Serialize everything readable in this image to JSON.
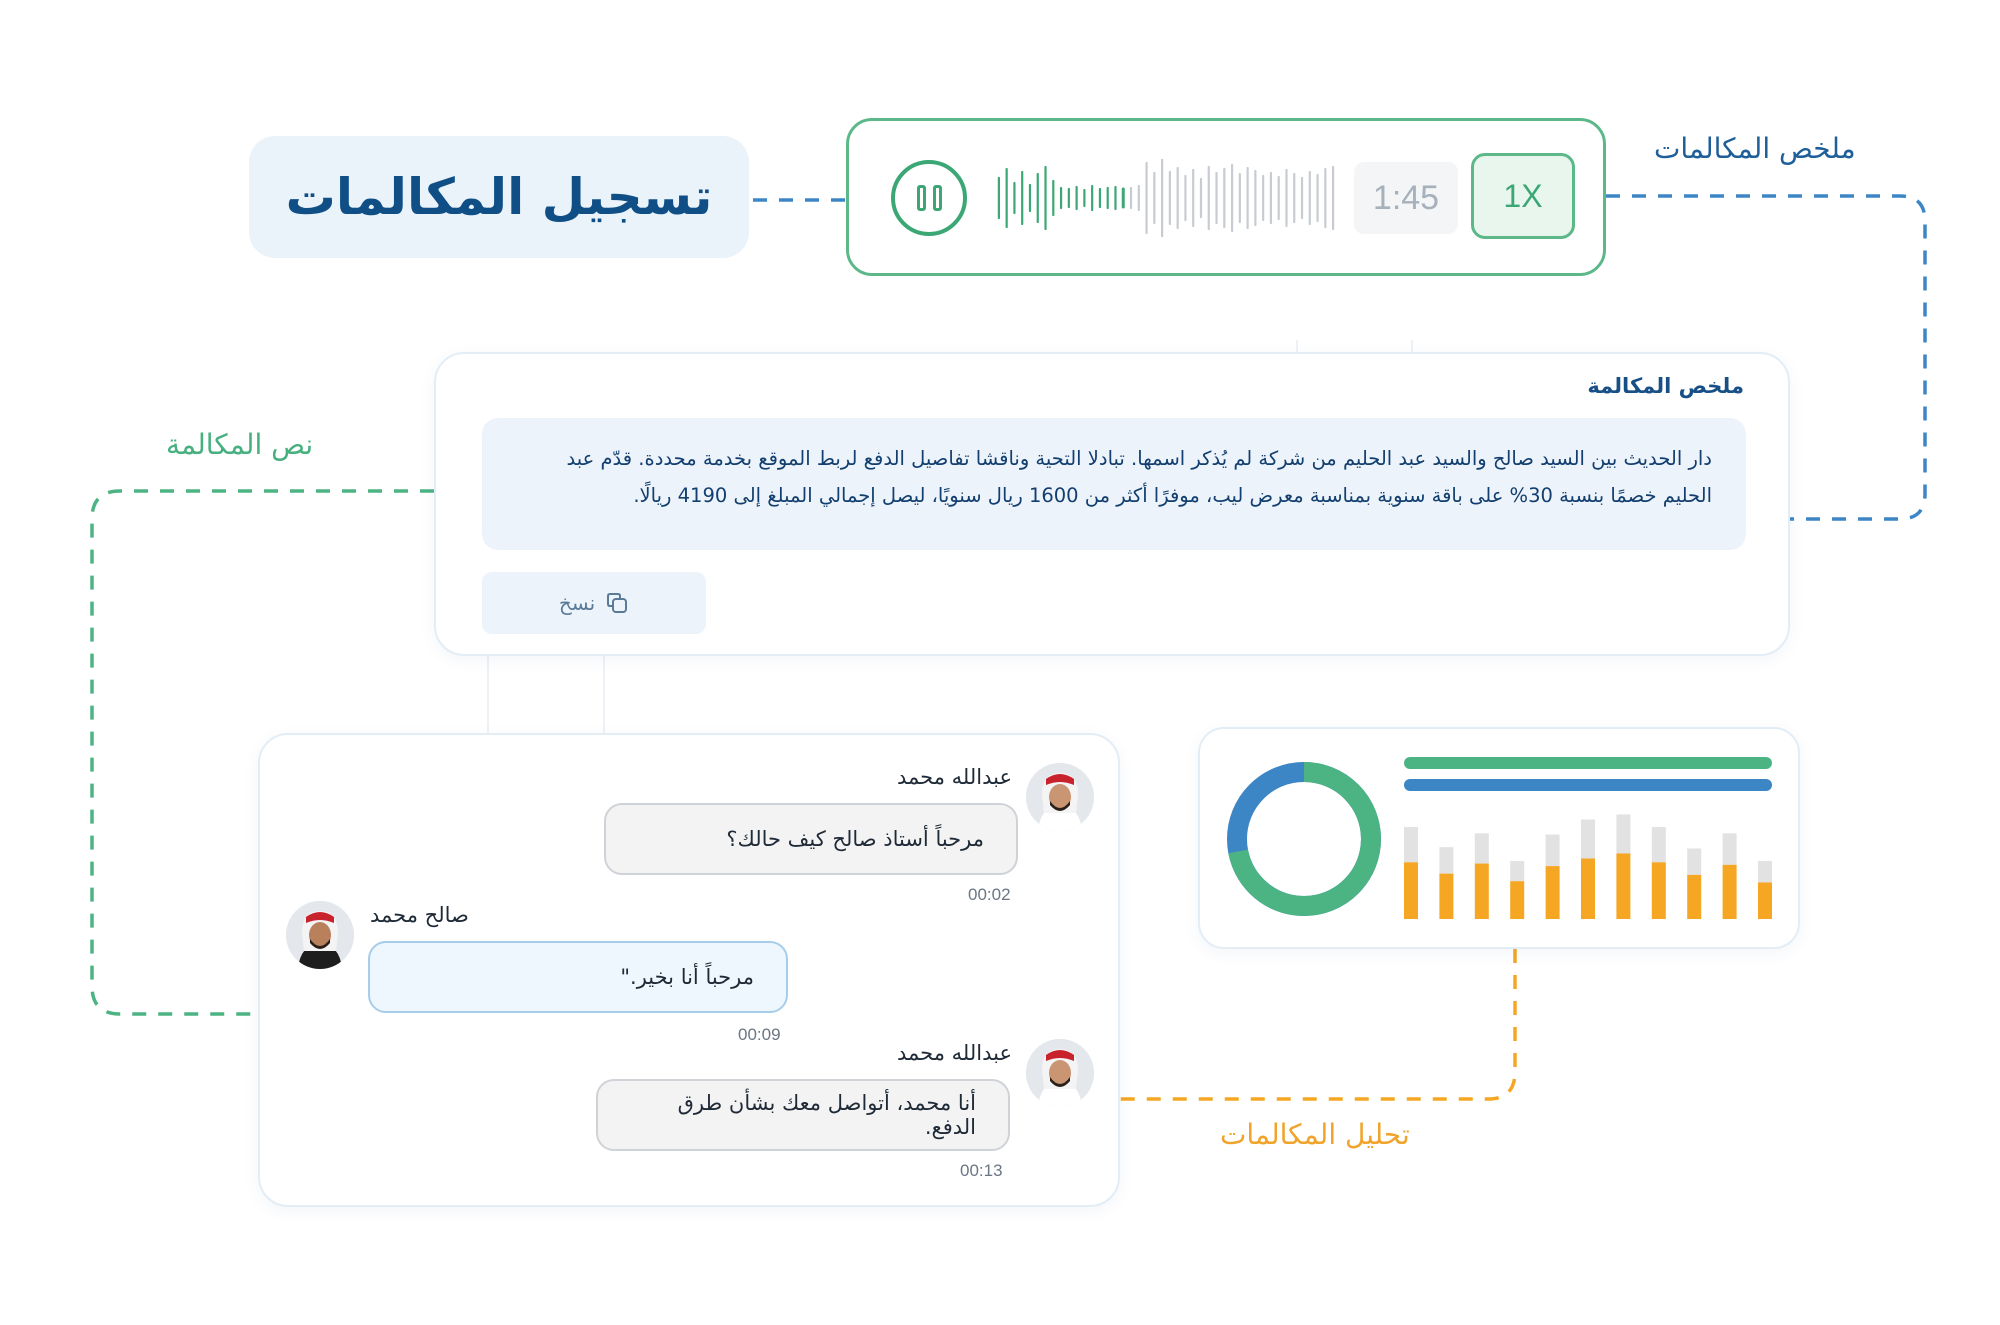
{
  "labels": {
    "summary_flow": "ملخص المكالمات",
    "transcript_flow": "نص المكالمة",
    "analysis_flow": "تحليل المكالمات"
  },
  "title": "تسجيل المكالمات",
  "player": {
    "time": "1:45",
    "speed": "1X",
    "progress": 0.39
  },
  "summary": {
    "title": "ملخص المكالمة",
    "text": "دار الحديث بين السيد صالح والسيد عبد الحليم من شركة لم يُذكر اسمها. تبادلا التحية وناقشا تفاصيل الدفع لربط الموقع بخدمة محددة. قدّم عبد الحليم خصمًا بنسبة 30% على باقة سنوية بمناسبة معرض ليب، موفرًا أكثر من 1600 ريال سنويًا، ليصل إجمالي المبلغ إلى 4190 ريالًا.",
    "copy_label": "نسخ"
  },
  "chat": {
    "messages": [
      {
        "sender": "عبدالله محمد",
        "text": "مرحباً أستاذ صالح كيف حالك؟",
        "time": "00:02"
      },
      {
        "sender": "صالح محمد",
        "text": "مرحباً أنا بخير.\"",
        "time": "00:09"
      },
      {
        "sender": "عبدالله محمد",
        "text": "أنا محمد، أتواصل معك بشأن طرق الدفع.",
        "time": "00:13"
      }
    ]
  },
  "analytics": {
    "colors": {
      "green": "#4cb383",
      "blue": "#3d86c6",
      "orange": "#f5a623",
      "grey": "#e2e2e2"
    },
    "donut_fraction_green": 0.72,
    "bars": [
      {
        "total": 0.73,
        "filled": 0.45
      },
      {
        "total": 0.57,
        "filled": 0.36
      },
      {
        "total": 0.68,
        "filled": 0.44
      },
      {
        "total": 0.46,
        "filled": 0.3
      },
      {
        "total": 0.67,
        "filled": 0.42
      },
      {
        "total": 0.79,
        "filled": 0.48
      },
      {
        "total": 0.83,
        "filled": 0.52
      },
      {
        "total": 0.73,
        "filled": 0.45
      },
      {
        "total": 0.56,
        "filled": 0.35
      },
      {
        "total": 0.68,
        "filled": 0.43
      },
      {
        "total": 0.46,
        "filled": 0.29
      }
    ]
  }
}
